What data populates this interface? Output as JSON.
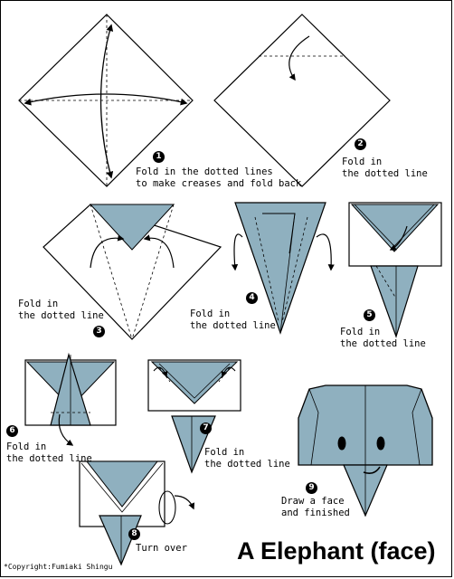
{
  "title": "A Elephant (face)",
  "copyright": "*Copyright:Fumiaki Shingu",
  "colors": {
    "paper": "#8fb0bf",
    "line": "#000000"
  },
  "steps": [
    {
      "number": "1",
      "text": "Fold in the dotted lines\nto make creases and fold back"
    },
    {
      "number": "2",
      "text": "Fold in\nthe dotted line"
    },
    {
      "number": "3",
      "text": "Fold in\nthe dotted line"
    },
    {
      "number": "4",
      "text": "Fold in\nthe dotted line"
    },
    {
      "number": "5",
      "text": "Fold in\nthe dotted line"
    },
    {
      "number": "6",
      "text": "Fold in\nthe dotted line"
    },
    {
      "number": "7",
      "text": "Fold in\nthe dotted line"
    },
    {
      "number": "8",
      "text": "Turn over"
    },
    {
      "number": "9",
      "text": "Draw a face\nand finished"
    }
  ]
}
